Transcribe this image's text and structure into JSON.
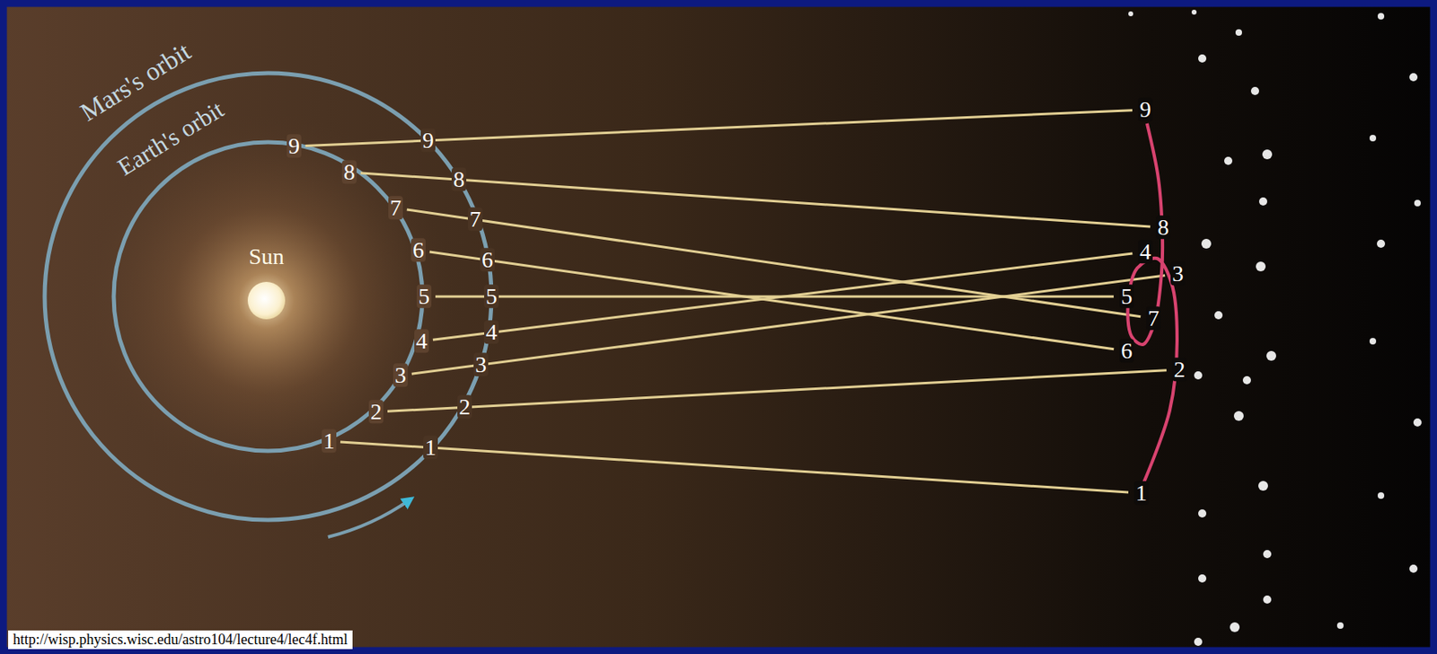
{
  "diagram": {
    "labels": [
      "Mars's orbit",
      "Earth's orbit",
      "Sun",
      "9",
      "9",
      "9",
      "8",
      "8",
      "8",
      "7",
      "7",
      "7",
      "6",
      "6",
      "6",
      "5",
      "5",
      "5",
      "4",
      "4",
      "4",
      "3",
      "3",
      "3",
      "2",
      "2",
      "2",
      "1",
      "1",
      "1",
      "http://wisp.physics.wisc.edu/astro104/lecture4/lec4f.html"
    ]
  }
}
